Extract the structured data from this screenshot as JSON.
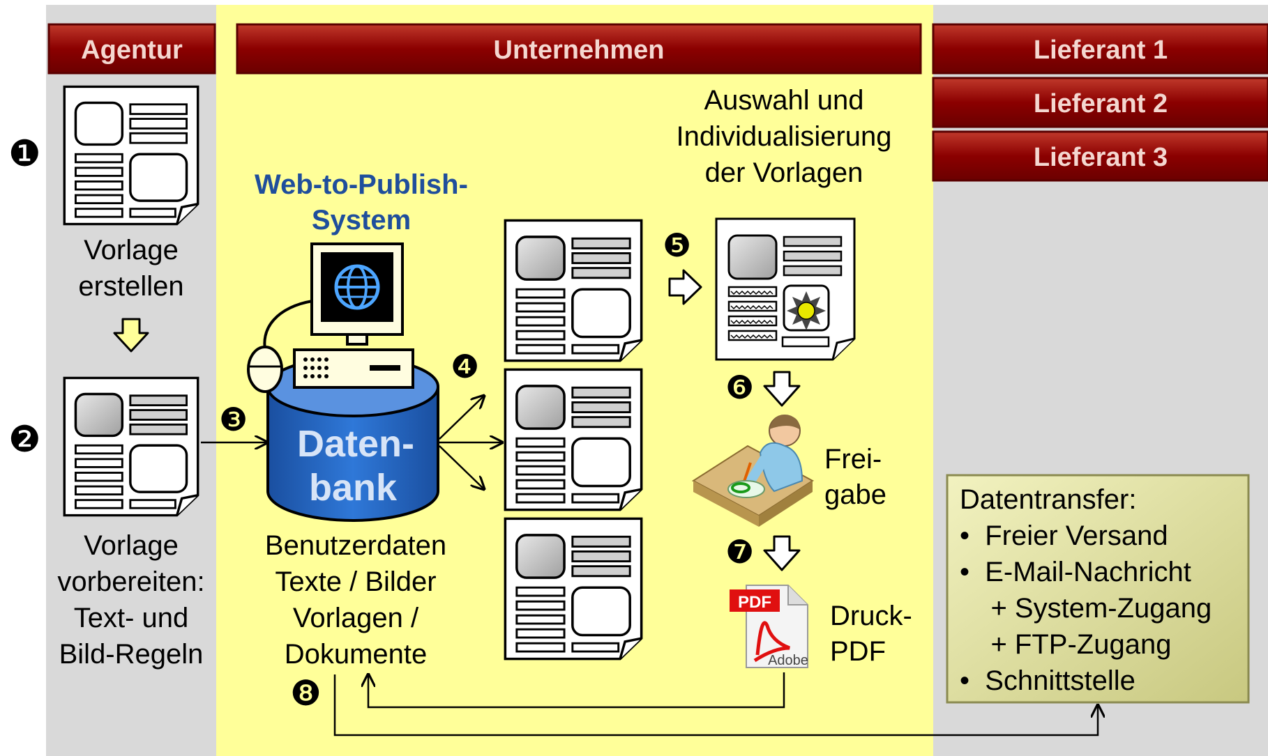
{
  "columns": {
    "agentur": "Agentur",
    "unternehmen": "Unternehmen",
    "lieferanten": [
      "Lieferant 1",
      "Lieferant 2",
      "Lieferant 3"
    ]
  },
  "steps": {
    "s1": "❶",
    "s2": "❷",
    "s3": "❸",
    "s4": "❹",
    "s5": "❺",
    "s6": "❻",
    "s7": "❼",
    "s8": "❽"
  },
  "labels": {
    "vorlage_erstellen": [
      "Vorlage",
      "erstellen"
    ],
    "vorlage_vorbereiten": [
      "Vorlage",
      "vorbereiten:",
      "Text- und",
      "Bild-Regeln"
    ],
    "system_title": [
      "Web-to-Publish-",
      "System"
    ],
    "datenbank": [
      "Daten-",
      "bank"
    ],
    "db_contents": [
      "Benutzerdaten",
      "Texte / Bilder",
      "Vorlagen /",
      "Dokumente"
    ],
    "auswahl": [
      "Auswahl und",
      "Individualisierung",
      "der Vorlagen"
    ],
    "freigabe": [
      "Frei-",
      "gabe"
    ],
    "druck_pdf": [
      "Druck-",
      "PDF"
    ],
    "pdf_badge": "PDF",
    "adobe": "Adobe"
  },
  "transfer": {
    "title": "Datentransfer:",
    "items": [
      "•  Freier Versand",
      "•  E-Mail-Nachricht",
      "    + System-Zugang",
      "    + FTP-Zugang",
      "•  Schnittstelle"
    ]
  },
  "colors": {
    "header_red": "#8b0000",
    "left_gray": "#d9d9d9",
    "middle_yellow": "#ffff99",
    "db_blue": "#1f5fbf",
    "title_blue": "#1f4e9c",
    "transfer_box": "#e6e6a0"
  },
  "icons": {
    "document": "document-icon",
    "computer": "computer-icon",
    "database": "database-icon",
    "person": "person-at-desk-icon",
    "pdf": "pdf-file-icon",
    "arrow": "hollow-arrow-icon"
  }
}
